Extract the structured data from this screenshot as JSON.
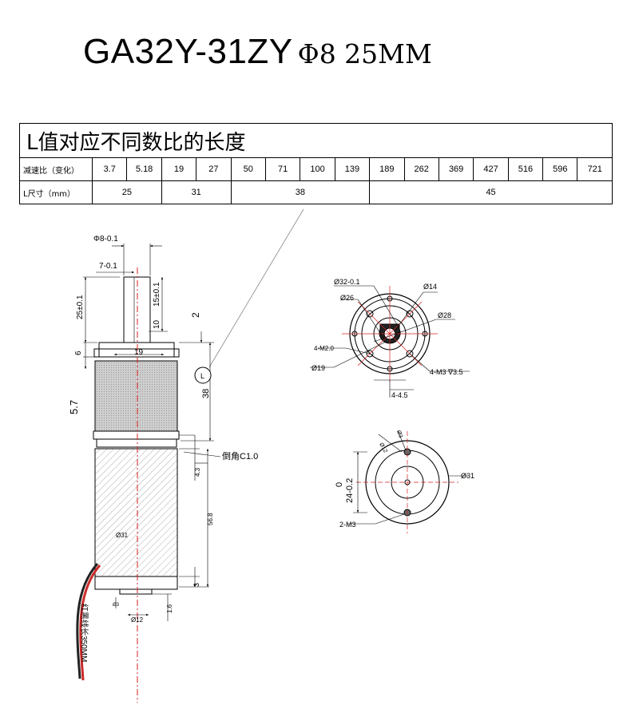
{
  "title": {
    "model": "GA32Y-31ZY",
    "spec": "Φ8 25MM"
  },
  "table": {
    "heading": "L值对应不同数比的长度",
    "ratio_label": "减速比（变化）",
    "ratios": [
      "3.7",
      "5.18",
      "19",
      "27",
      "50",
      "71",
      "100",
      "139",
      "189",
      "262",
      "369",
      "427",
      "516",
      "596",
      "721"
    ],
    "length_label": "L尺寸（mm）",
    "lengths": [
      {
        "value": "25",
        "span": 2
      },
      {
        "value": "31",
        "span": 2
      },
      {
        "value": "38",
        "span": 4
      },
      {
        "value": "45",
        "span": 7
      }
    ]
  },
  "side_view": {
    "shaft_dia": "Φ8-0.1",
    "flat": "7-0.1",
    "shaft_len": "25±0.1",
    "flat_len": "15±0.1",
    "flat_offset": "10",
    "step": "2",
    "boss_h": "6",
    "boss_w": "19",
    "l_marker": "L",
    "l_value": "38",
    "left_dim": "5.7",
    "chamfer": "倒角C1.0",
    "gap": "4.3",
    "motor_len": "56.8",
    "motor_dia": "Ø31",
    "end_h": "3",
    "end_cap": "1.6",
    "small": "Ø3",
    "bearing": "Ø12",
    "wire": "红黑线长350MM"
  },
  "front_view": {
    "outer": "Ø32-0.1",
    "bolt_circle": "Ø26",
    "boss": "Ø14",
    "pcd": "Ø28",
    "m2": "4-M2.0",
    "m3": "4-M3 ∇3.5",
    "shaft": "Ø19",
    "spacing": "4-4.5"
  },
  "rear_view": {
    "d12": "Ø12",
    "d3": "Ø3",
    "d31": "Ø31",
    "offset": "24-0.2",
    "zero": "0",
    "screws": "2-M3"
  },
  "colors": {
    "red_line": "#d42020",
    "wire_red": "#cc2a2a",
    "wire_black": "#222222"
  }
}
